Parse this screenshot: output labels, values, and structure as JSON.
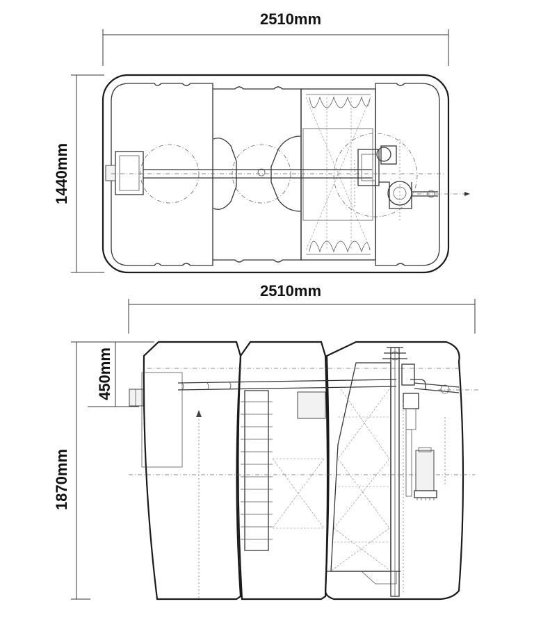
{
  "dimensions": {
    "top_width": "2510mm",
    "top_depth": "1440mm",
    "side_width": "2510mm",
    "side_height": "1870mm",
    "side_inlet_depth": "450mm"
  },
  "colors": {
    "line": "#1a1a1a",
    "background": "#ffffff"
  }
}
